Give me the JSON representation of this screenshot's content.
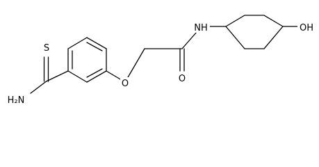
{
  "molecule": {
    "atoms": {
      "thioamide_s": "S",
      "thioamide_n": "H₂N",
      "ether_o": "O",
      "carbonyl_o": "O",
      "amide_n": "NH",
      "hydroxyl": "OH"
    },
    "colors": {
      "bond": "#000000",
      "text": "#000000",
      "background": "#ffffff"
    }
  }
}
